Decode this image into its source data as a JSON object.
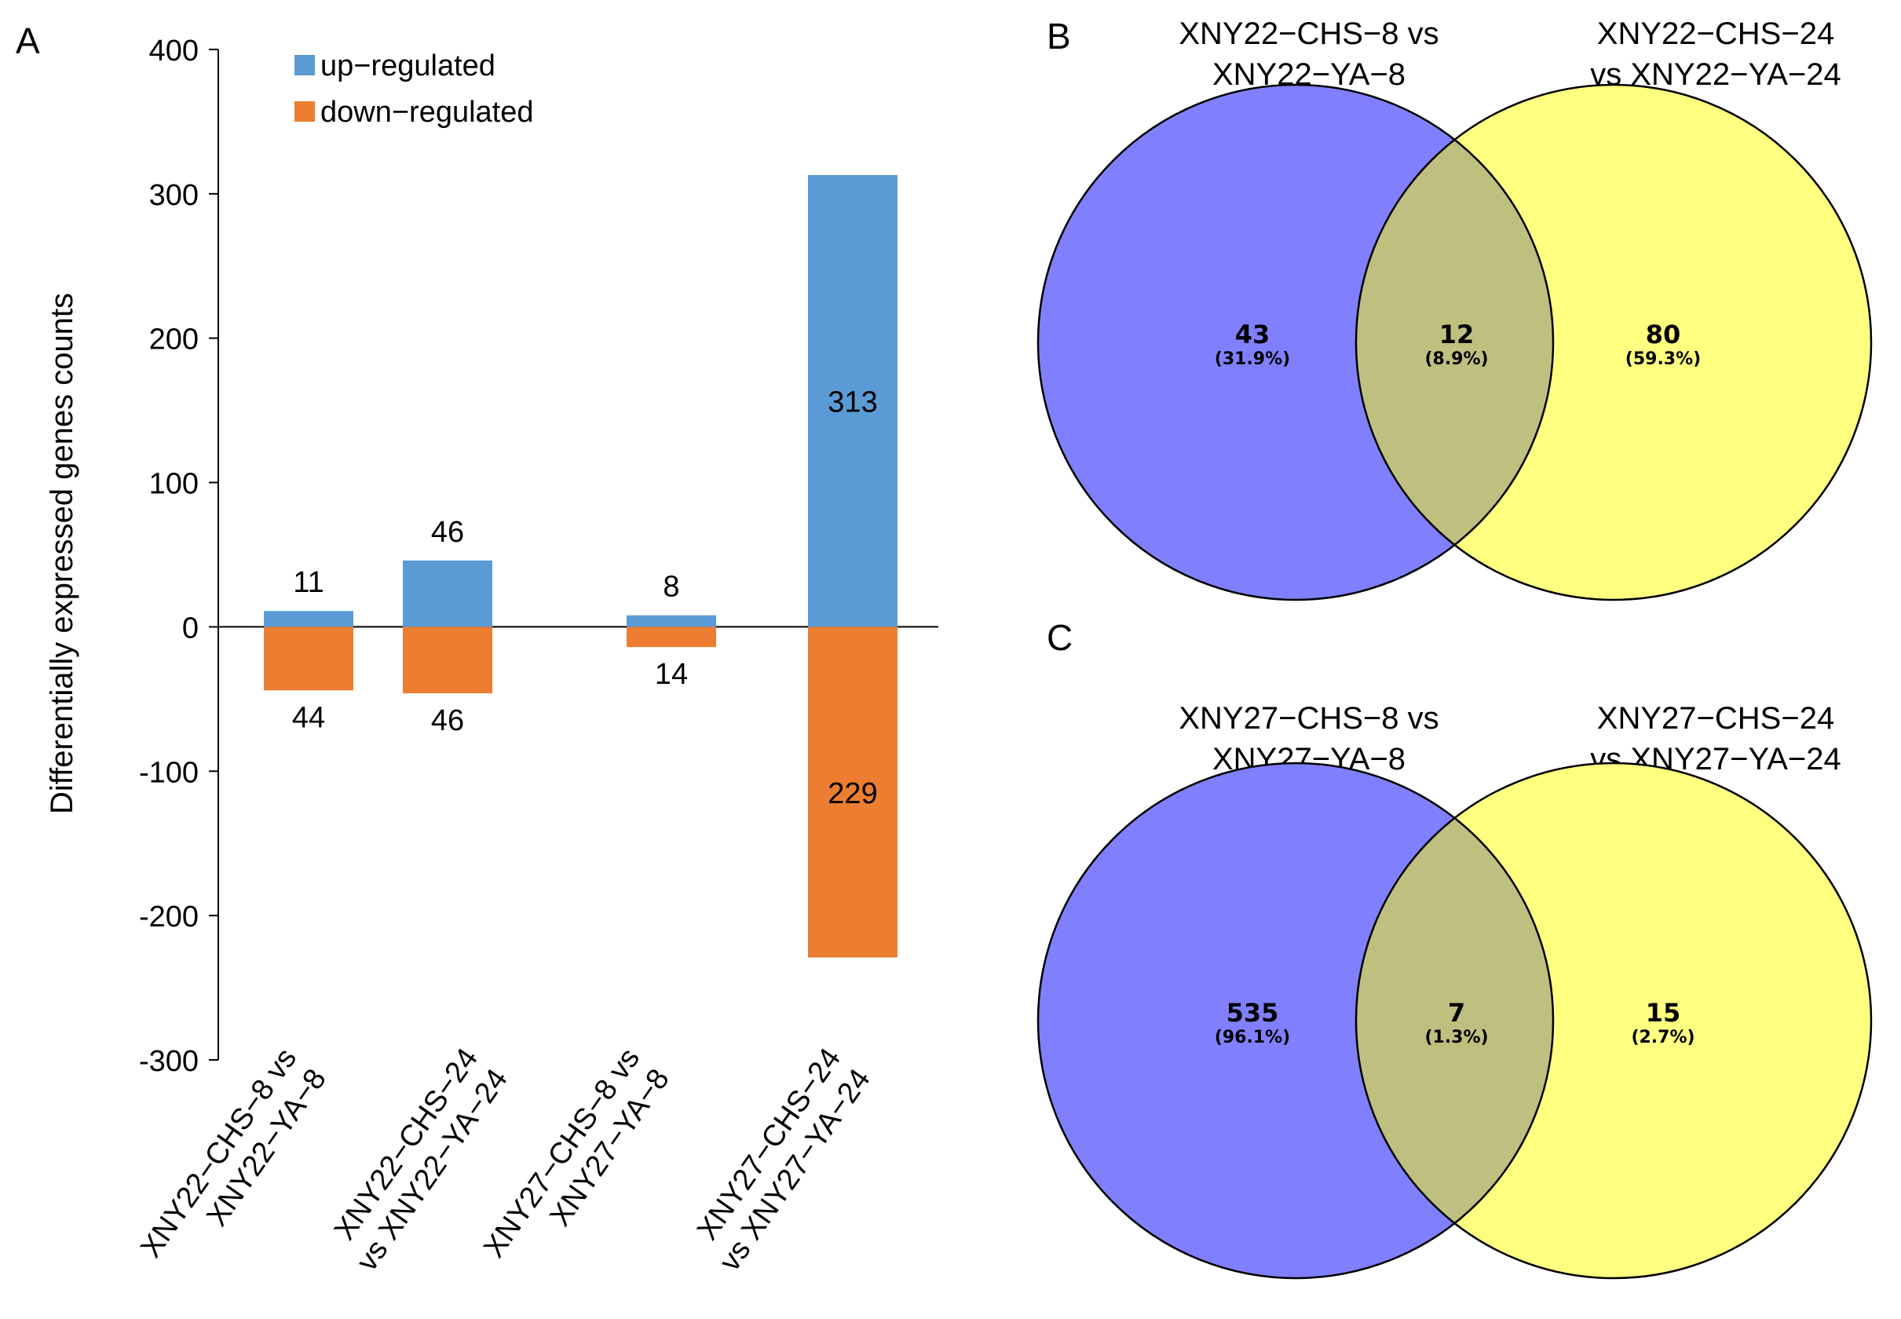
{
  "panels": {
    "a": {
      "letter": "A"
    },
    "b": {
      "letter": "B"
    },
    "c": {
      "letter": "C"
    }
  },
  "chart_data": [
    {
      "type": "bar",
      "stacked": true,
      "ylabel": "Differentially expressed genes counts",
      "ylim": [
        -300,
        400
      ],
      "yticks": [
        400,
        300,
        200,
        100,
        0,
        -100,
        -200,
        -300
      ],
      "grid": false,
      "legend_position": "top",
      "categories": [
        [
          "XNY22−CHS−8 vs",
          "XNY22−YA−8"
        ],
        [
          "XNY22−CHS−24",
          "vs XNY22−YA−24"
        ],
        [
          "XNY27−CHS−8 vs",
          "XNY27−YA−8"
        ],
        [
          "XNY27−CHS−24",
          "vs XNY27−YA−24"
        ]
      ],
      "series": [
        {
          "name": "up−regulated",
          "color": "#5b9bd5",
          "values": [
            11,
            46,
            8,
            313
          ]
        },
        {
          "name": "down−regulated",
          "color": "#ed7d31",
          "values": [
            -44,
            -46,
            -14,
            -229
          ]
        }
      ],
      "data_labels": {
        "up": [
          "11",
          "46",
          "8",
          "313"
        ],
        "down": [
          "44",
          "46",
          "14",
          "229"
        ]
      }
    },
    {
      "type": "venn",
      "sets": [
        {
          "name": [
            "XNY22−CHS−8 vs",
            "XNY22−YA−8"
          ],
          "color": "#8080ff"
        },
        {
          "name": [
            "XNY22−CHS−24",
            "vs XNY22−YA−24"
          ],
          "color": "#ffff80"
        }
      ],
      "regions": [
        {
          "count": "43",
          "percent": "(31.9%)"
        },
        {
          "count": "12",
          "percent": "(8.9%)"
        },
        {
          "count": "80",
          "percent": "(59.3%)"
        }
      ],
      "overlap_color": "#bfbf80"
    },
    {
      "type": "venn",
      "sets": [
        {
          "name": [
            "XNY27−CHS−8 vs",
            "XNY27−YA−8"
          ],
          "color": "#8080ff"
        },
        {
          "name": [
            "XNY27−CHS−24",
            "vs XNY27−YA−24"
          ],
          "color": "#ffff80"
        }
      ],
      "regions": [
        {
          "count": "535",
          "percent": "(96.1%)"
        },
        {
          "count": "7",
          "percent": "(1.3%)"
        },
        {
          "count": "15",
          "percent": "(2.7%)"
        }
      ],
      "overlap_color": "#bfbf80"
    }
  ]
}
